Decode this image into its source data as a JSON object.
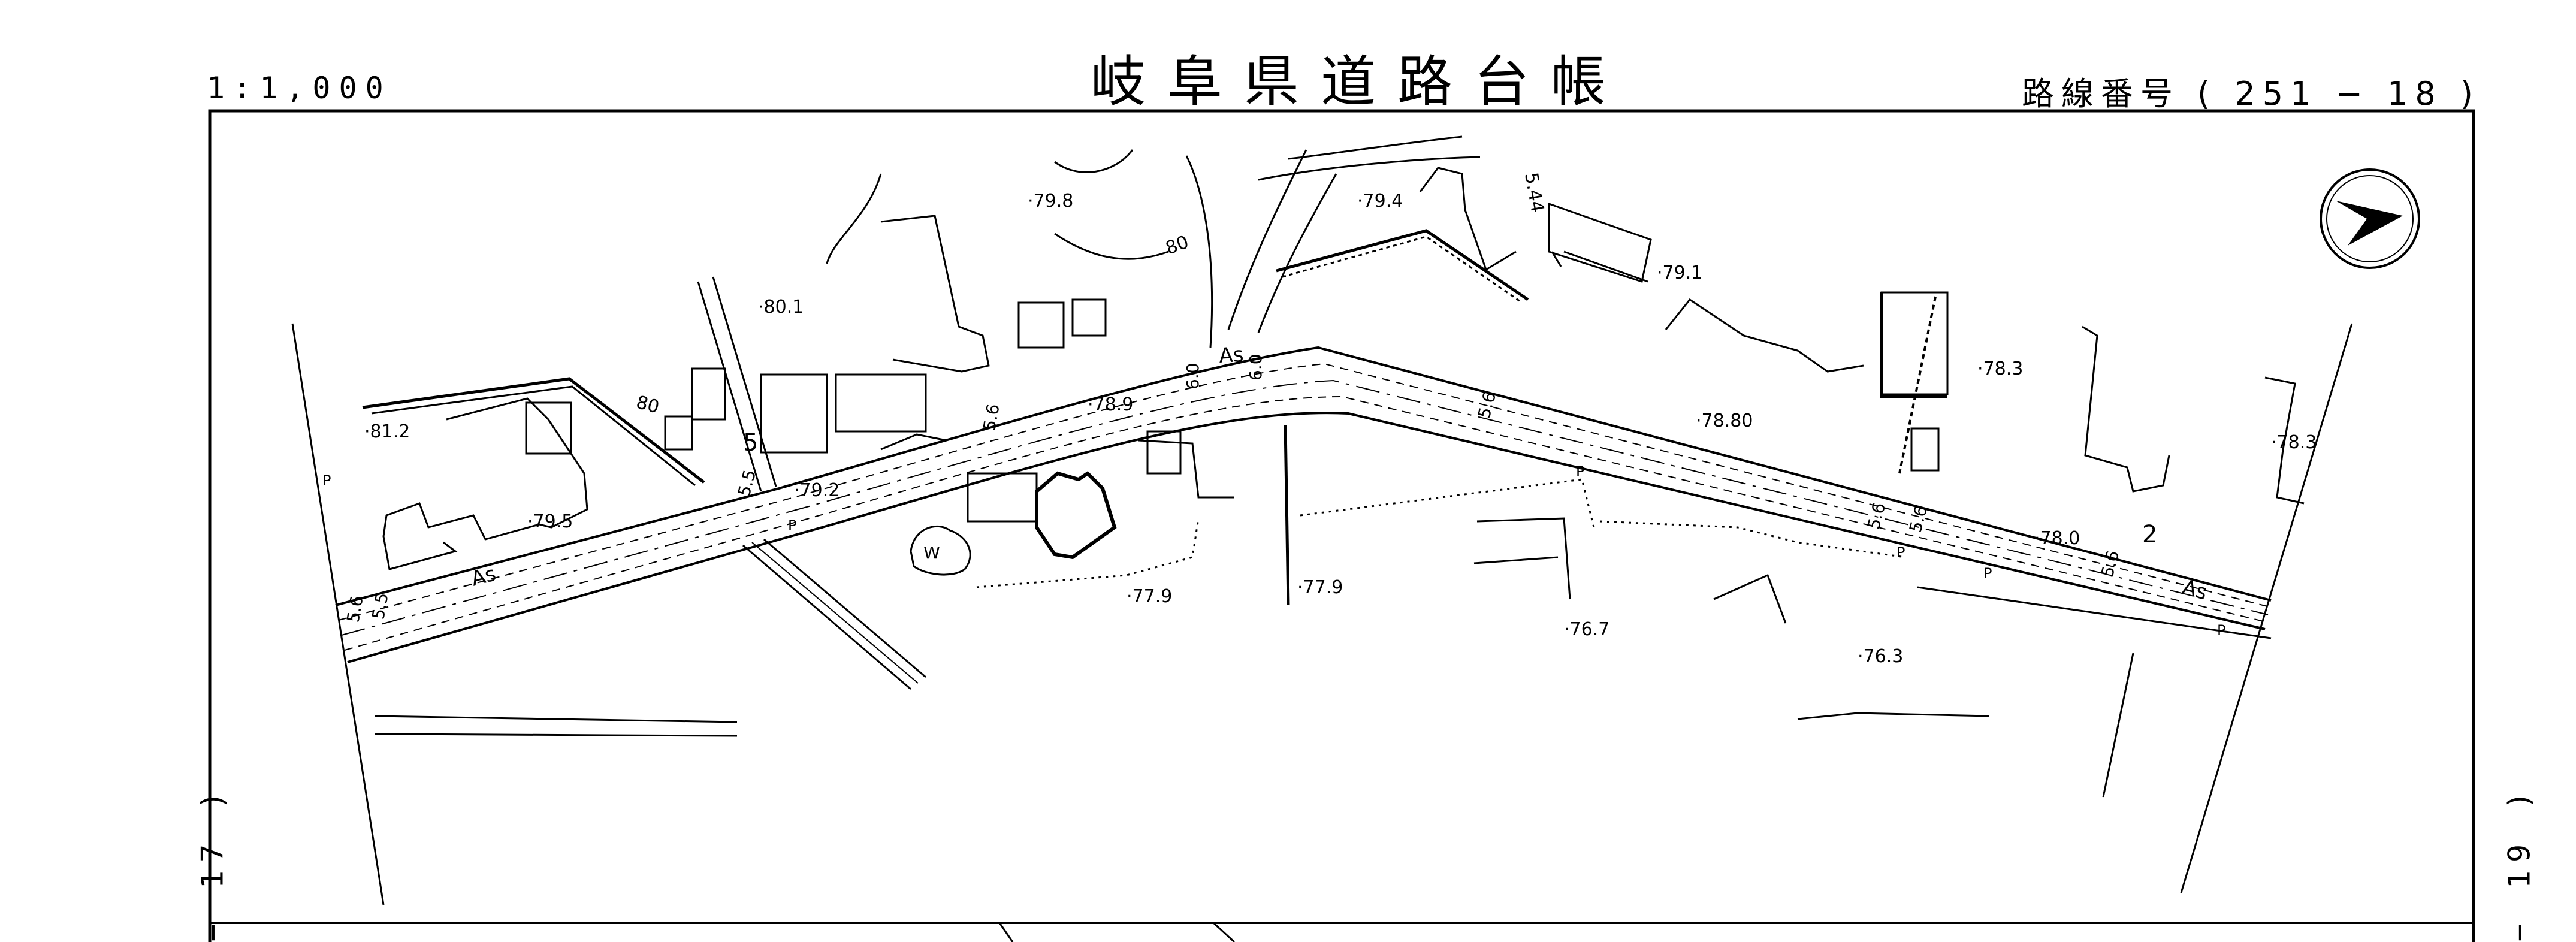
{
  "sheet": {
    "title": "岐阜県道路台帳",
    "scale": "1:1,000",
    "route_label": "路線番号",
    "route_number": "( 251 − 18 )",
    "prev_sheet": "− 17 )",
    "next_sheet": "− 19 )"
  },
  "map": {
    "pavement_labels": [
      "As",
      "As",
      "As"
    ],
    "road_widths": [
      "6.0",
      "6.0",
      "5.6",
      "5.5",
      "5.6",
      "5.6",
      "5.6",
      "5.6",
      "5.6",
      "5.5"
    ],
    "elevations": [
      "79.8",
      "79.4",
      "80.1",
      "81.2",
      "79.2",
      "79.5",
      "78.9",
      "77.9",
      "77.9",
      "79.1",
      "78.3",
      "78.80",
      "76.7",
      "76.3",
      "78.0",
      "78.3"
    ],
    "contours": [
      "80",
      "80"
    ],
    "sheet_numbers": [
      "5",
      "2"
    ],
    "bench_marks": [
      "5.44"
    ],
    "pole_marks": [
      "P",
      "P",
      "P",
      "P",
      "P",
      "P"
    ],
    "pond_label": "W",
    "north_arrow": "north-arrow-icon"
  },
  "colors": {
    "ink": "#000000",
    "paper": "#ffffff"
  }
}
